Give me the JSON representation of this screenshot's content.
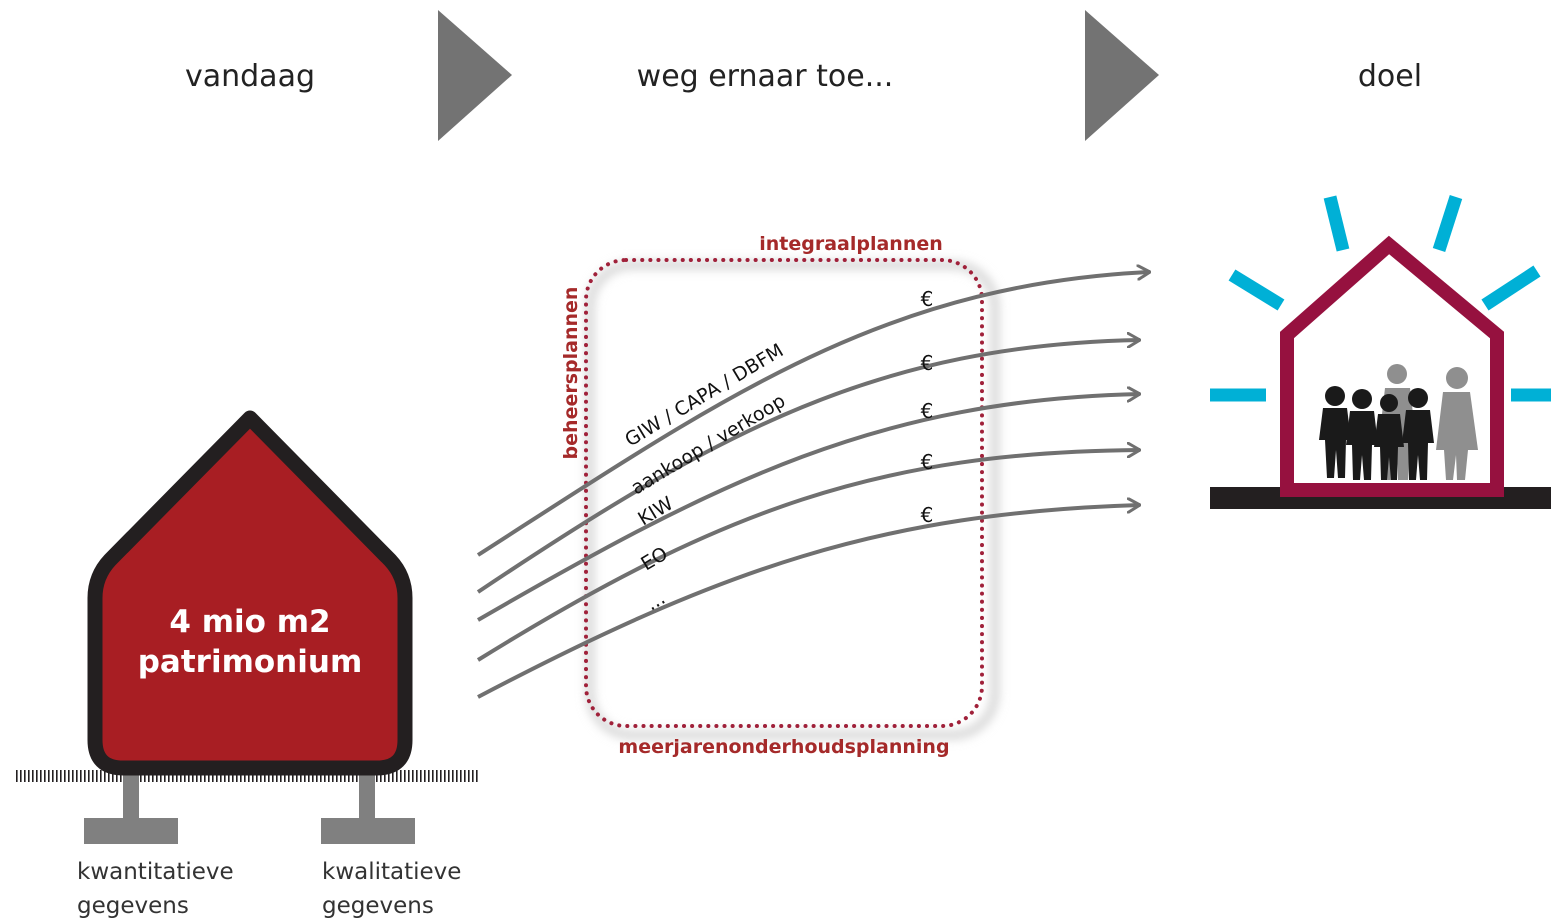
{
  "stages": [
    {
      "label": "vandaag"
    },
    {
      "label": "weg ernaar toe..."
    },
    {
      "label": "doel"
    }
  ],
  "building": {
    "line1": "4 mio m2",
    "line2": "patrimonium",
    "left_base_line1": "kwantitatieve",
    "left_base_line2": "gegevens",
    "right_base_line1": "kwalitatieve",
    "right_base_line2": "gegevens"
  },
  "plans": {
    "top": "integraalplannen",
    "left": "beheersplannen",
    "bottom": "meerjarenonderhoudsplanning"
  },
  "routes": [
    {
      "label": "GIW / CAPA / DBFM",
      "cost": "€"
    },
    {
      "label": "aankoop / verkoop",
      "cost": "€"
    },
    {
      "label": "KIW",
      "cost": "€"
    },
    {
      "label": "EO",
      "cost": "€"
    },
    {
      "label": "...",
      "cost": "€"
    }
  ],
  "colors": {
    "building_fill": "#a81e23",
    "building_outline": "#231f20",
    "plan_border": "#a0213a",
    "plan_text": "#a52a2a",
    "arrow": "#707070",
    "chevron": "#737373",
    "goal_house": "#96113f",
    "rays": "#00b0d6",
    "ground": "#231f20",
    "base": "#808080"
  },
  "icons": {
    "stage_separator": "chevron-right-icon",
    "goal": "house-with-people-icon",
    "people": "people-silhouette-icon"
  }
}
